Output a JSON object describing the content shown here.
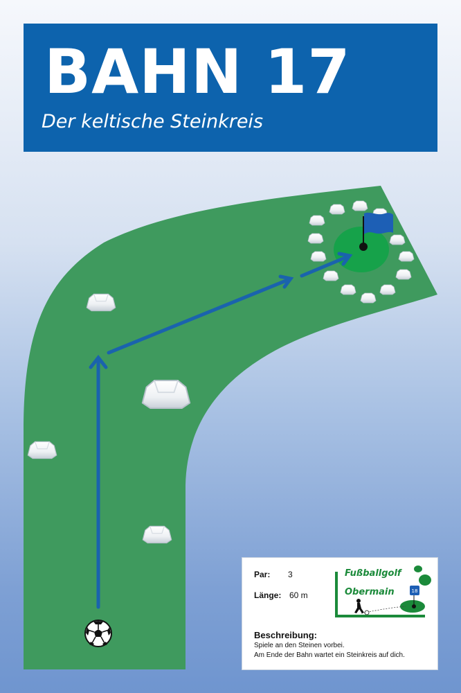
{
  "header": {
    "title": "BAHN 17",
    "subtitle": "Der keltische Steinkreis"
  },
  "info": {
    "par_label": "Par:",
    "par_value": "3",
    "length_label": "Länge:",
    "length_value": "60 m",
    "description_title": "Beschreibung:",
    "description_line1": "Spiele an den Steinen vorbei.",
    "description_line2": "Am Ende der Bahn wartet ein Steinkreis auf dich."
  },
  "logo": {
    "line1": "Fußballgolf",
    "line2": "Obermain",
    "flag_number": "18"
  },
  "colors": {
    "header_blue": "#0d63ad",
    "fairway_green": "#3f9a5e",
    "green_area": "#16a24a",
    "arrow_blue": "#1a63ad",
    "flag_blue": "#1d5fb5",
    "logo_green": "#1b8a3a"
  },
  "icons": {
    "ball": "soccer-ball-icon",
    "flag": "flag-icon",
    "stone": "stone-icon",
    "arrow": "arrow-icon"
  }
}
